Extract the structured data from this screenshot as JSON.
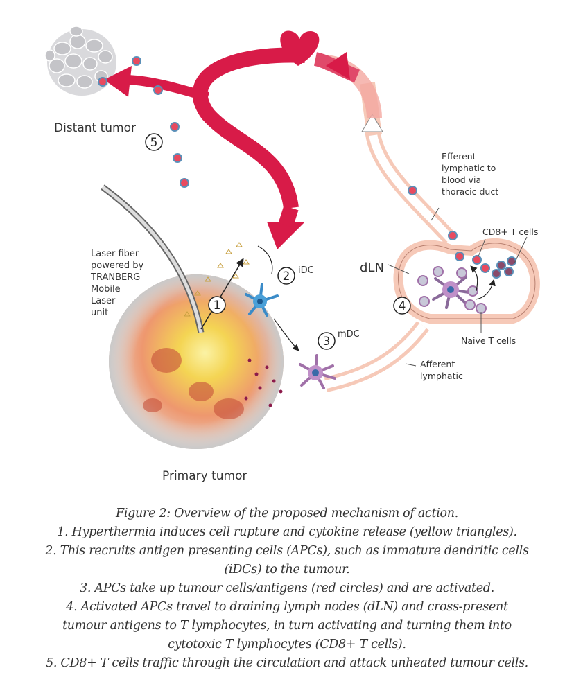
{
  "labels": {
    "distant_tumor": "Distant tumor",
    "primary_tumor": "Primary tumor",
    "laser_fiber": [
      "Laser fiber",
      "powered by",
      "TRANBERG",
      "Mobile",
      "Laser",
      "unit"
    ],
    "idc": "iDC",
    "mdc": "mDC",
    "dln": "dLN",
    "efferent": [
      "Efferent",
      "lymphatic to",
      "blood via",
      "thoracic duct"
    ],
    "cd8": "CD8+ T cells",
    "naive": "Naive T cells",
    "afferent": [
      "Afferent",
      "lymphatic"
    ]
  },
  "steps": [
    "1",
    "2",
    "3",
    "4",
    "5"
  ],
  "colors": {
    "blood": "#d81b48",
    "lymph": "#f6c9b8",
    "tumor_glow": "#f7d23a"
  },
  "caption": {
    "title": "Figure 2: Overview of the proposed mechanism of action.",
    "lines": [
      "1. Hyperthermia induces cell rupture and cytokine release (yellow triangles).",
      "2. This recruits antigen presenting cells (APCs), such as immature dendritic cells",
      "(iDCs) to the tumour.",
      "3. APCs take up tumour cells/antigens (red circles) and are activated.",
      "4. Activated APCs travel to draining lymph nodes (dLN) and cross-present",
      "tumour antigens to T lymphocytes, in turn activating and turning them into",
      "cytotoxic T lymphocytes (CD8+ T cells).",
      "5. CD8+ T cells traffic through the circulation and attack unheated tumour cells."
    ]
  }
}
